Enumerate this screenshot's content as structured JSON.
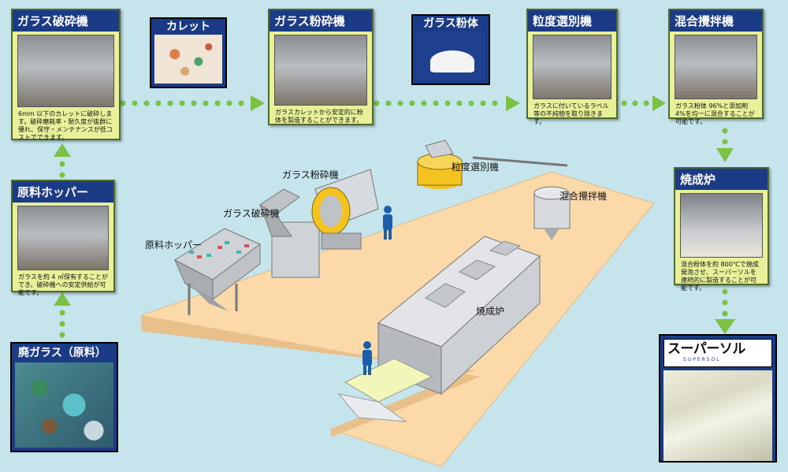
{
  "steps": {
    "crusher": {
      "title": "ガラス破砕機",
      "desc": "6mm 以下のカレットに破砕します。破砕磨耗率・耐久度が抜群に優れ、保守・メンテナンスが低コストでできます。"
    },
    "pulverizer": {
      "title": "ガラス粉砕機",
      "desc": "ガラスカレットから安定的に粉体を製造することができます。"
    },
    "classifier": {
      "title": "粒度選別機",
      "desc": "ガラスに付いているラベル等の不純物を取り除きます。"
    },
    "mixer": {
      "title": "混合攪拌機",
      "desc": "ガラス粉体 96%と添加剤 4%を均一に混合することが可能です。"
    },
    "furnace": {
      "title": "焼成炉",
      "desc": "混合粉体を約 800℃で焼成発泡させ、スーパーソルを連続的に製造することが可能です。"
    },
    "hopper": {
      "title": "原料ホッパー",
      "desc": "ガラスを約 4 ㎥保有することができ、破砕機への安定供給が可能です。"
    }
  },
  "materials": {
    "cullet": "カレット",
    "powder": "ガラス粉体",
    "waste_glass": "廃ガラス（原料）"
  },
  "product": {
    "logo_text": "スーパーソル",
    "logo_sub": "SUPERSOL"
  },
  "floor_labels": {
    "pulverizer": "ガラス粉砕機",
    "classifier": "粒度選別機",
    "crusher": "ガラス破砕機",
    "mixer": "混合攪拌機",
    "hopper": "原料ホッパー",
    "furnace": "焼成炉"
  },
  "colors": {
    "background": "#c5e4ec",
    "card": "#e8f19a",
    "title_bar": "#1c3b86",
    "arrow": "#7bc142",
    "floor": "#fbd9a8"
  }
}
